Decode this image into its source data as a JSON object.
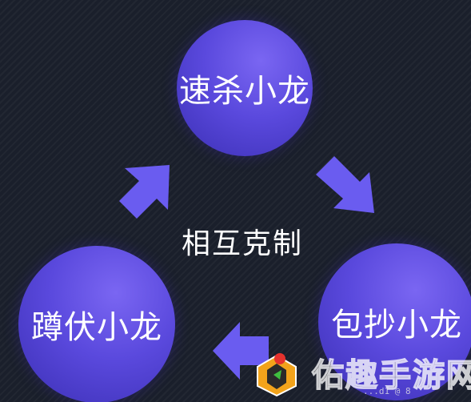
{
  "diagram": {
    "nodes": {
      "top": "速杀小龙",
      "right": "包抄小龙",
      "left": "蹲伏小龙"
    },
    "center_label": "相互克制",
    "flow": [
      "速杀小龙",
      "包抄小龙",
      "蹲伏小龙"
    ]
  },
  "colors": {
    "background": "#1a1f2b",
    "node_fill": "#5a49dd",
    "arrow_fill": "#6a5cf0",
    "text": "#ffffff"
  },
  "watermark": {
    "text": "佑趣手游网",
    "small_text": "...d1 @ 8"
  }
}
